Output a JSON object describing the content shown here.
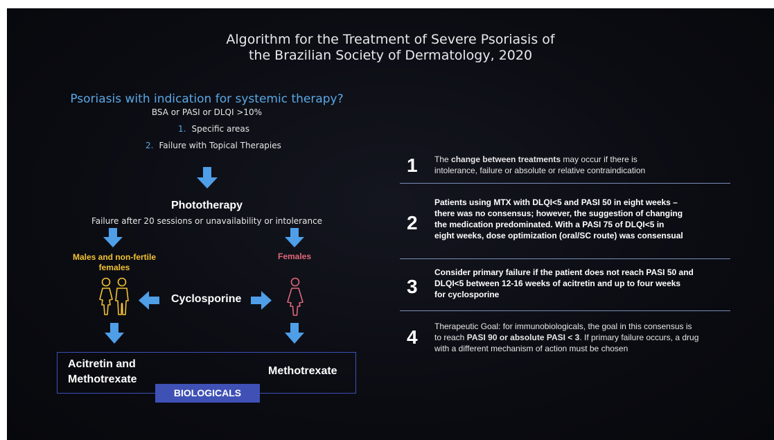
{
  "title_line1": "Algorithm for the Treatment of Severe Psoriasis of",
  "title_line2": "the Brazilian Society of Dermatology, 2020",
  "question": "Psoriasis with indication for systemic therapy?",
  "question_sub": "BSA or PASI or DLQI >10%",
  "criteria": [
    {
      "num": "1.",
      "text": "Specific areas"
    },
    {
      "num": "2.",
      "text": "Failure with Topical Therapies"
    }
  ],
  "phototherapy": {
    "heading": "Phototherapy",
    "sub": "Failure after 20 sessions or unavailability or intolerance"
  },
  "group_left_line1": "Males and non-fertile",
  "group_left_line2": "females",
  "group_right": "Females",
  "middle_drug": "Cyclosporine",
  "outcome_left_line1": "Acitretin and",
  "outcome_left_line2": "Methotrexate",
  "outcome_right": "Methotrexate",
  "biologicals": "BIOLOGICALS",
  "notes": [
    {
      "number": "1",
      "lines": [
        {
          "pre": "The ",
          "bold": "change between treatments",
          "post": " may occur if there is"
        },
        {
          "pre": "intolerance, failure or absolute or relative contraindication",
          "bold": "",
          "post": ""
        }
      ]
    },
    {
      "number": "2",
      "lines": [
        "Patients using MTX with DLQI<5 and PASI 50 in eight weeks –",
        "there was no consensus; however, the suggestion of changing",
        "the medication predominated. With a PASI 75 of DLQI<5 in",
        "eight weeks, dose optimization (oral/SC route) was consensual"
      ]
    },
    {
      "number": "3",
      "lines": [
        "Consider primary failure if the patient does not reach PASI 50 and",
        "DLQI<5 between 12-16 weeks of acitretin and up to four weeks",
        "for cyclosporine"
      ]
    },
    {
      "number": "4",
      "lines": [
        {
          "pre": "Therapeutic Goal: for immunobiologicals, the goal in this consensus is",
          "bold": "",
          "post": ""
        },
        {
          "pre": "to reach ",
          "bold": "PASI 90 or absolute PASI < 3",
          "post": ". If primary failure occurs, a drug"
        },
        {
          "pre": "with a different mechanism of action must be chosen",
          "bold": "",
          "post": ""
        }
      ]
    }
  ],
  "colors": {
    "arrow": "#4f9ee8",
    "accent_blue_text": "#5aa8e6",
    "yellow": "#f2c232",
    "female": "#e0677a",
    "box_border": "#3d4fb7",
    "biologicals_bg": "#3f51b5"
  }
}
